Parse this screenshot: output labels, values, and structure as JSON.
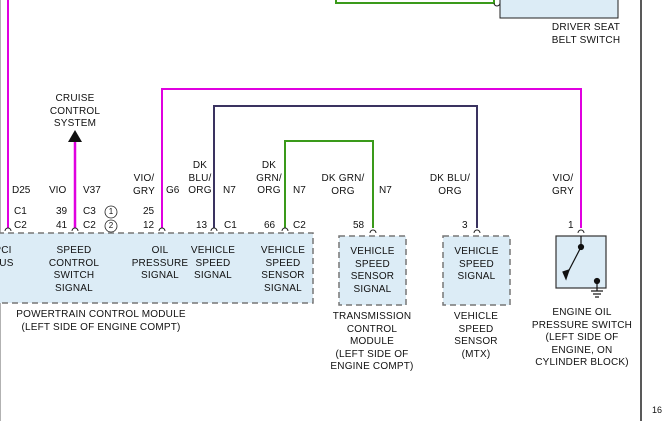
{
  "driver_seat_belt_switch": {
    "label": "DRIVER SEAT\nBELT SWITCH"
  },
  "cruise_control": {
    "label": "CRUISE\nCONTROL\nSYSTEM"
  },
  "pcm": {
    "name": "POWERTRAIN CONTROL MODULE\n(LEFT SIDE OF ENGINE COMPT)",
    "pins": [
      {
        "wire": "",
        "cavity": "D25",
        "connector": "C1",
        "connector2": "C2",
        "pin": "",
        "label": "PCI\nBUS"
      },
      {
        "wire": "VIO",
        "cavity": "V37",
        "connector": "39",
        "connector2": "41",
        "c_ref": "C3",
        "c_ref2": "C2",
        "circle1": "1",
        "circle2": "2",
        "label": "SPEED\nCONTROL\nSWITCH\nSIGNAL"
      },
      {
        "wire": "VIO/\nGRY",
        "cavity": "G6",
        "connector": "25",
        "connector2": "12",
        "label": "OIL\nPRESSURE\nSIGNAL"
      },
      {
        "wire": "DK\nBLU/\nORG",
        "cavity": "N7",
        "connector": "13",
        "c_ref": "C1",
        "label": "VEHICLE\nSPEED\nSIGNAL"
      },
      {
        "wire": "DK\nGRN/\nORG",
        "cavity": "N7",
        "connector": "66",
        "c_ref": "C2",
        "label": "VEHICLE\nSPEED\nSENSOR\nSIGNAL"
      }
    ]
  },
  "tcm": {
    "wire": "DK GRN/\nORG",
    "cavity": "N7",
    "pin": "58",
    "signal": "VEHICLE\nSPEED\nSENSOR\nSIGNAL",
    "name": "TRANSMISSION\nCONTROL\nMODULE\n(LEFT SIDE OF\nENGINE COMPT)"
  },
  "vss": {
    "wire": "DK BLU/\nORG",
    "pin": "3",
    "signal": "VEHICLE\nSPEED\nSIGNAL",
    "name": "VEHICLE\nSPEED\nSENSOR\n(MTX)"
  },
  "oil_switch": {
    "wire": "VIO/\nGRY",
    "pin": "1",
    "name": "ENGINE OIL\nPRESSURE SWITCH\n(LEFT SIDE OF\nENGINE, ON\nCYLINDER BLOCK)"
  },
  "page_number_partial": "16",
  "colors": {
    "violet": "#e000e0",
    "blue_org": "#3a3360",
    "green": "#3a9a1a",
    "module_fill": "#dcecf6"
  }
}
